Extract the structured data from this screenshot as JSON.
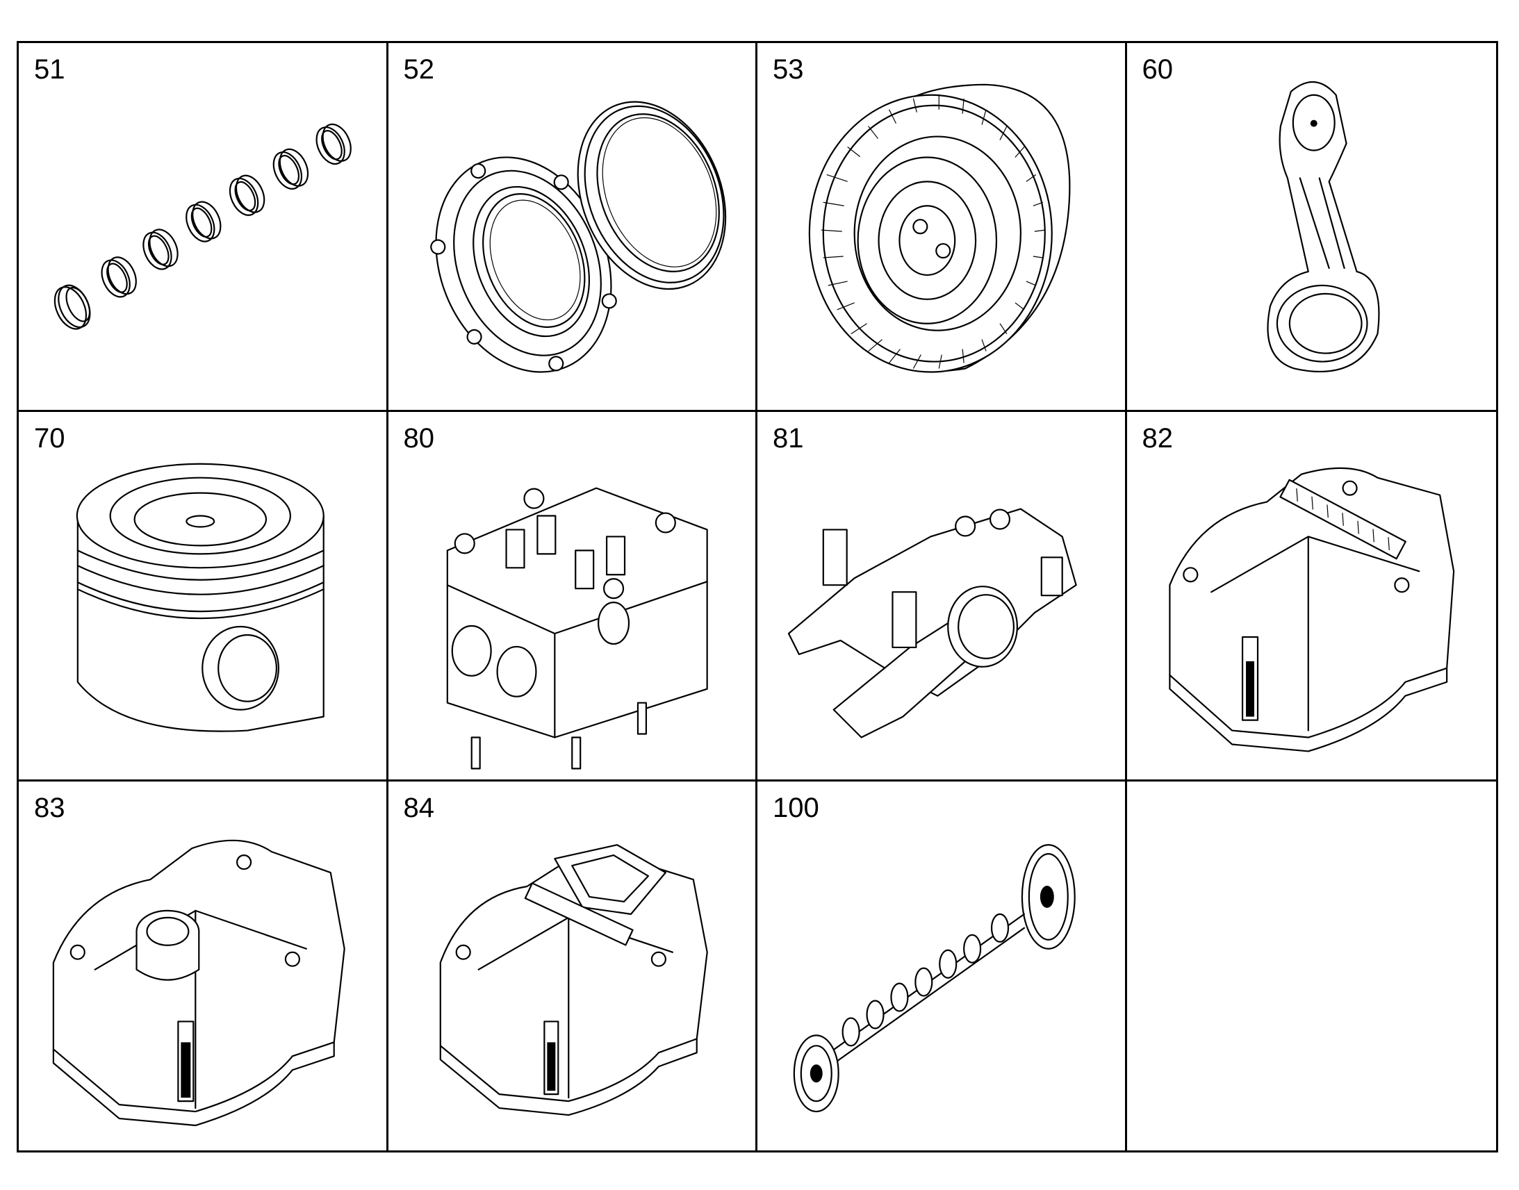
{
  "cells": [
    {
      "label": "51",
      "part": "bearing-bushings"
    },
    {
      "label": "52",
      "part": "seal-flange-and-ring"
    },
    {
      "label": "53",
      "part": "vibration-damper"
    },
    {
      "label": "60",
      "part": "connecting-rod"
    },
    {
      "label": "70",
      "part": "piston"
    },
    {
      "label": "80",
      "part": "cylinder-head"
    },
    {
      "label": "81",
      "part": "rocker-arm-assembly"
    },
    {
      "label": "82",
      "part": "valve-cover"
    },
    {
      "label": "83",
      "part": "valve-cover-with-cap"
    },
    {
      "label": "84",
      "part": "valve-cover-with-flange"
    },
    {
      "label": "100",
      "part": "camshaft"
    },
    {
      "label": "",
      "part": "empty"
    }
  ]
}
